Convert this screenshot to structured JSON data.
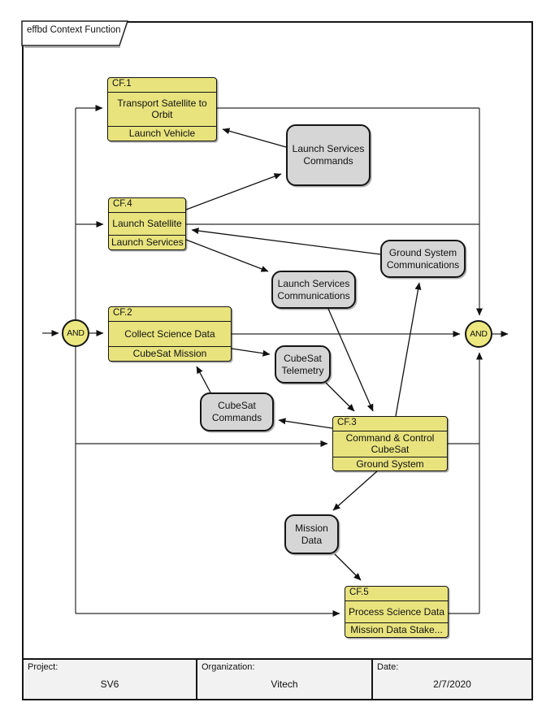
{
  "diagram": {
    "tab_label": "effbd Context Function",
    "functions": {
      "cf1": {
        "code": "CF.1",
        "name": "Transport Satellite to Orbit",
        "performer": "Launch Vehicle"
      },
      "cf4": {
        "code": "CF.4",
        "name": "Launch Satellite",
        "performer": "Launch Services"
      },
      "cf2": {
        "code": "CF.2",
        "name": "Collect Science Data",
        "performer": "CubeSat Mission"
      },
      "cf3": {
        "code": "CF.3",
        "name": "Command & Control CubeSat",
        "performer": "Ground System"
      },
      "cf5": {
        "code": "CF.5",
        "name": "Process Science Data",
        "performer": "Mission Data Stake..."
      }
    },
    "data_items": {
      "launch_services_commands": "Launch Services Commands",
      "ground_system_communications": "Ground System Communications",
      "launch_services_communications": "Launch Services Communications",
      "cubesat_telemetry": "CubeSat Telemetry",
      "cubesat_commands": "CubeSat Commands",
      "mission_data": "Mission Data"
    },
    "junctions": {
      "left": "AND",
      "right": "AND"
    },
    "colors": {
      "function_fill": "#e9e37e",
      "item_fill": "#d6d6d6",
      "junction_fill": "#ece87f",
      "border": "#151515",
      "line": "#2a2a2a"
    }
  },
  "footer": {
    "project_label": "Project:",
    "project_value": "SV6",
    "organization_label": "Organization:",
    "organization_value": "Vitech",
    "date_label": "Date:",
    "date_value": "2/7/2020"
  }
}
